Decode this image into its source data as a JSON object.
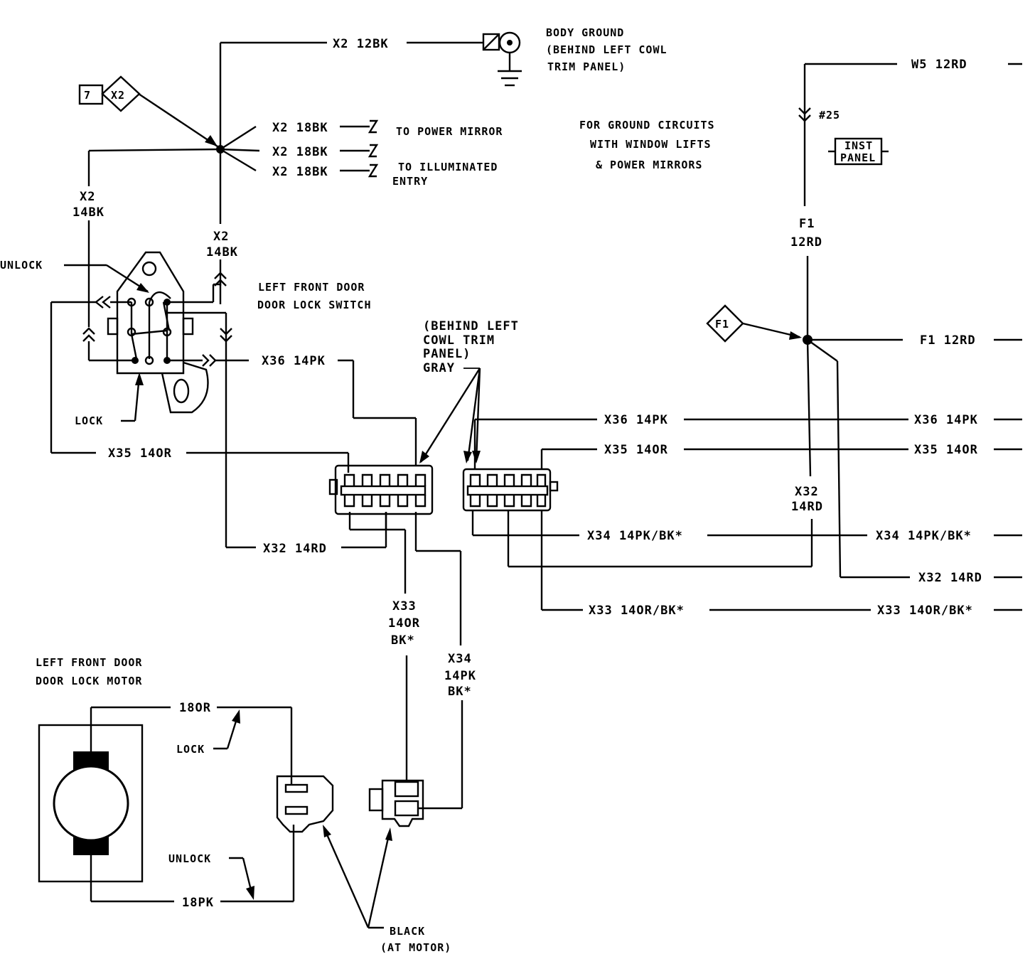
{
  "wires": {
    "x2_12bk": "X2 12BK",
    "x2_18bk_a": "X2 18BK",
    "x2_18bk_b": "X2 18BK",
    "x2_18bk_c": "X2 18BK",
    "x2_14bk_left_1": "X2",
    "x2_14bk_left_2": "14BK",
    "x2_14bk_mid_1": "X2",
    "x2_14bk_mid_2": "14BK",
    "x36_left": "X36 14PK",
    "x35_left": "X35 14OR",
    "x32_left": "X32 14RD",
    "x33_vert_1": "X33",
    "x33_vert_2": "14OR",
    "x33_vert_3": "BK*",
    "x34_vert_1": "X34",
    "x34_vert_2": "14PK",
    "x34_vert_3": "BK*",
    "x36_mid": "X36 14PK",
    "x36_right": "X36 14PK",
    "x35_mid": "X35 14OR",
    "x35_right": "X35 14OR",
    "x34_mid": "X34 14PK/BK*",
    "x34_right": "X34 14PK/BK*",
    "x33_mid": "X33 14OR/BK*",
    "x33_right": "X33 14OR/BK*",
    "x32_right": "X32 14RD",
    "x32_vert_1": "X32",
    "x32_vert_2": "14RD",
    "w5_12rd": "W5 12RD",
    "f1_vert_1": "F1",
    "f1_vert_2": "12RD",
    "f1_right": "F1 12RD",
    "motor_18or": "18OR",
    "motor_18pk": "18PK"
  },
  "labels": {
    "body_ground_1": "BODY GROUND",
    "body_ground_2": "(BEHIND LEFT COWL",
    "body_ground_3": "TRIM PANEL)",
    "to_power_mirror": "TO POWER MIRROR",
    "to_illuminated_1": "TO ILLUMINATED",
    "to_illuminated_2": "ENTRY",
    "ground_note_1": "FOR GROUND CIRCUITS",
    "ground_note_2": "WITH WINDOW LIFTS",
    "ground_note_3": "& POWER MIRRORS",
    "unlock": "UNLOCK",
    "lock": "LOCK",
    "switch_1": "LEFT FRONT DOOR",
    "switch_2": "DOOR LOCK SWITCH",
    "cowl_1": "(BEHIND LEFT",
    "cowl_2": "COWL TRIM",
    "cowl_3": "PANEL)",
    "cowl_4": "GRAY",
    "motor_1": "LEFT FRONT DOOR",
    "motor_2": "DOOR LOCK MOTOR",
    "motor_lock": "LOCK",
    "motor_unlock": "UNLOCK",
    "black_1": "BLACK",
    "black_2": "(AT MOTOR)",
    "fuse": "#25",
    "inst_1": "INST",
    "inst_2": "PANEL",
    "ref_num": "7",
    "ref_x2": "X2",
    "ref_f1": "F1"
  }
}
